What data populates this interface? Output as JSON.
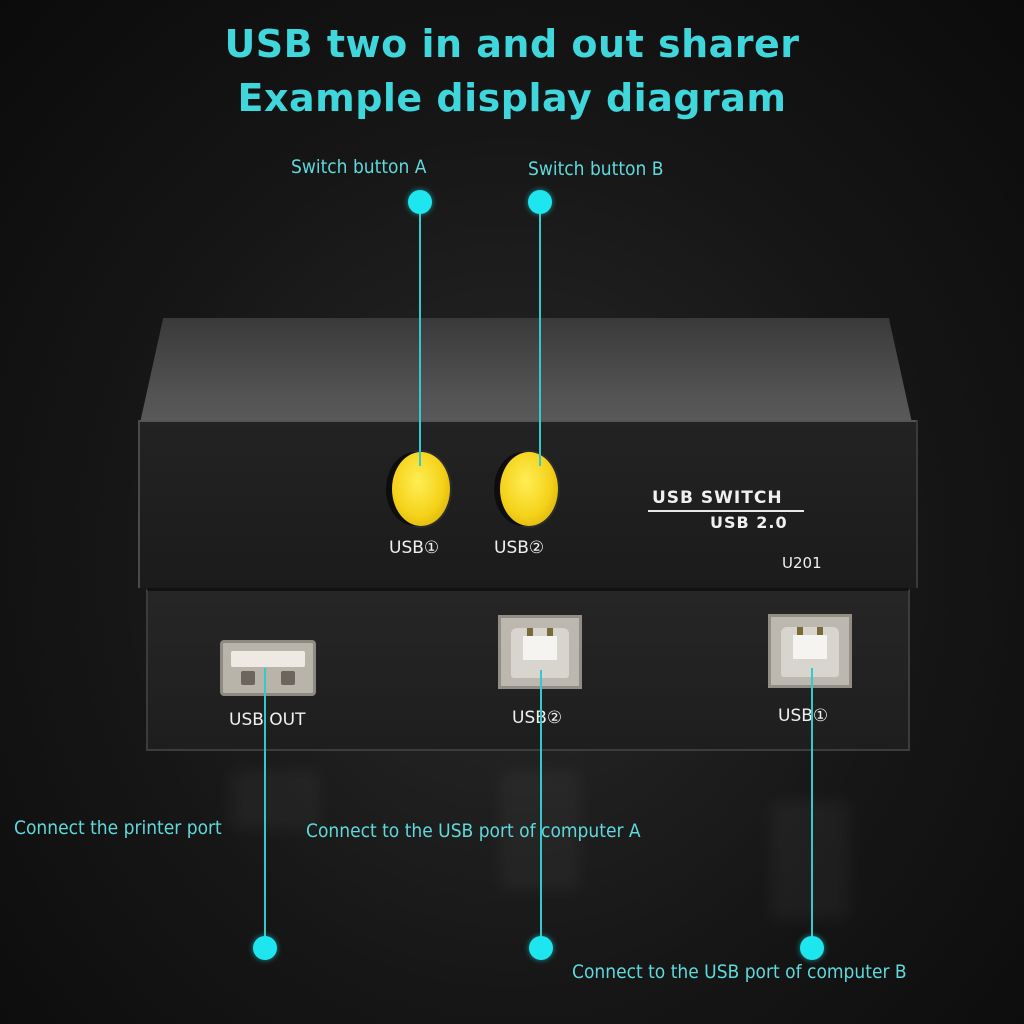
{
  "title": {
    "line1": "USB two in and out sharer",
    "line2": "Example display diagram"
  },
  "callouts": {
    "switch_a": "Switch button A",
    "switch_b": "Switch button B",
    "printer": "Connect the printer port",
    "computer_a": "Connect to the USB port of computer A",
    "computer_b": "Connect to the USB port of computer B"
  },
  "device": {
    "brand_line1": "USB SWITCH",
    "brand_line2": "USB 2.0",
    "model": "U201",
    "button1_label": "USB①",
    "button2_label": "USB②",
    "port_out_label": "USB  OUT",
    "port2_label": "USB②",
    "port1_label": "USB①"
  },
  "colors": {
    "accent": "#3fd6dc",
    "dot": "#1ee6ee",
    "button": "#f5d21a",
    "background": "#161616"
  }
}
